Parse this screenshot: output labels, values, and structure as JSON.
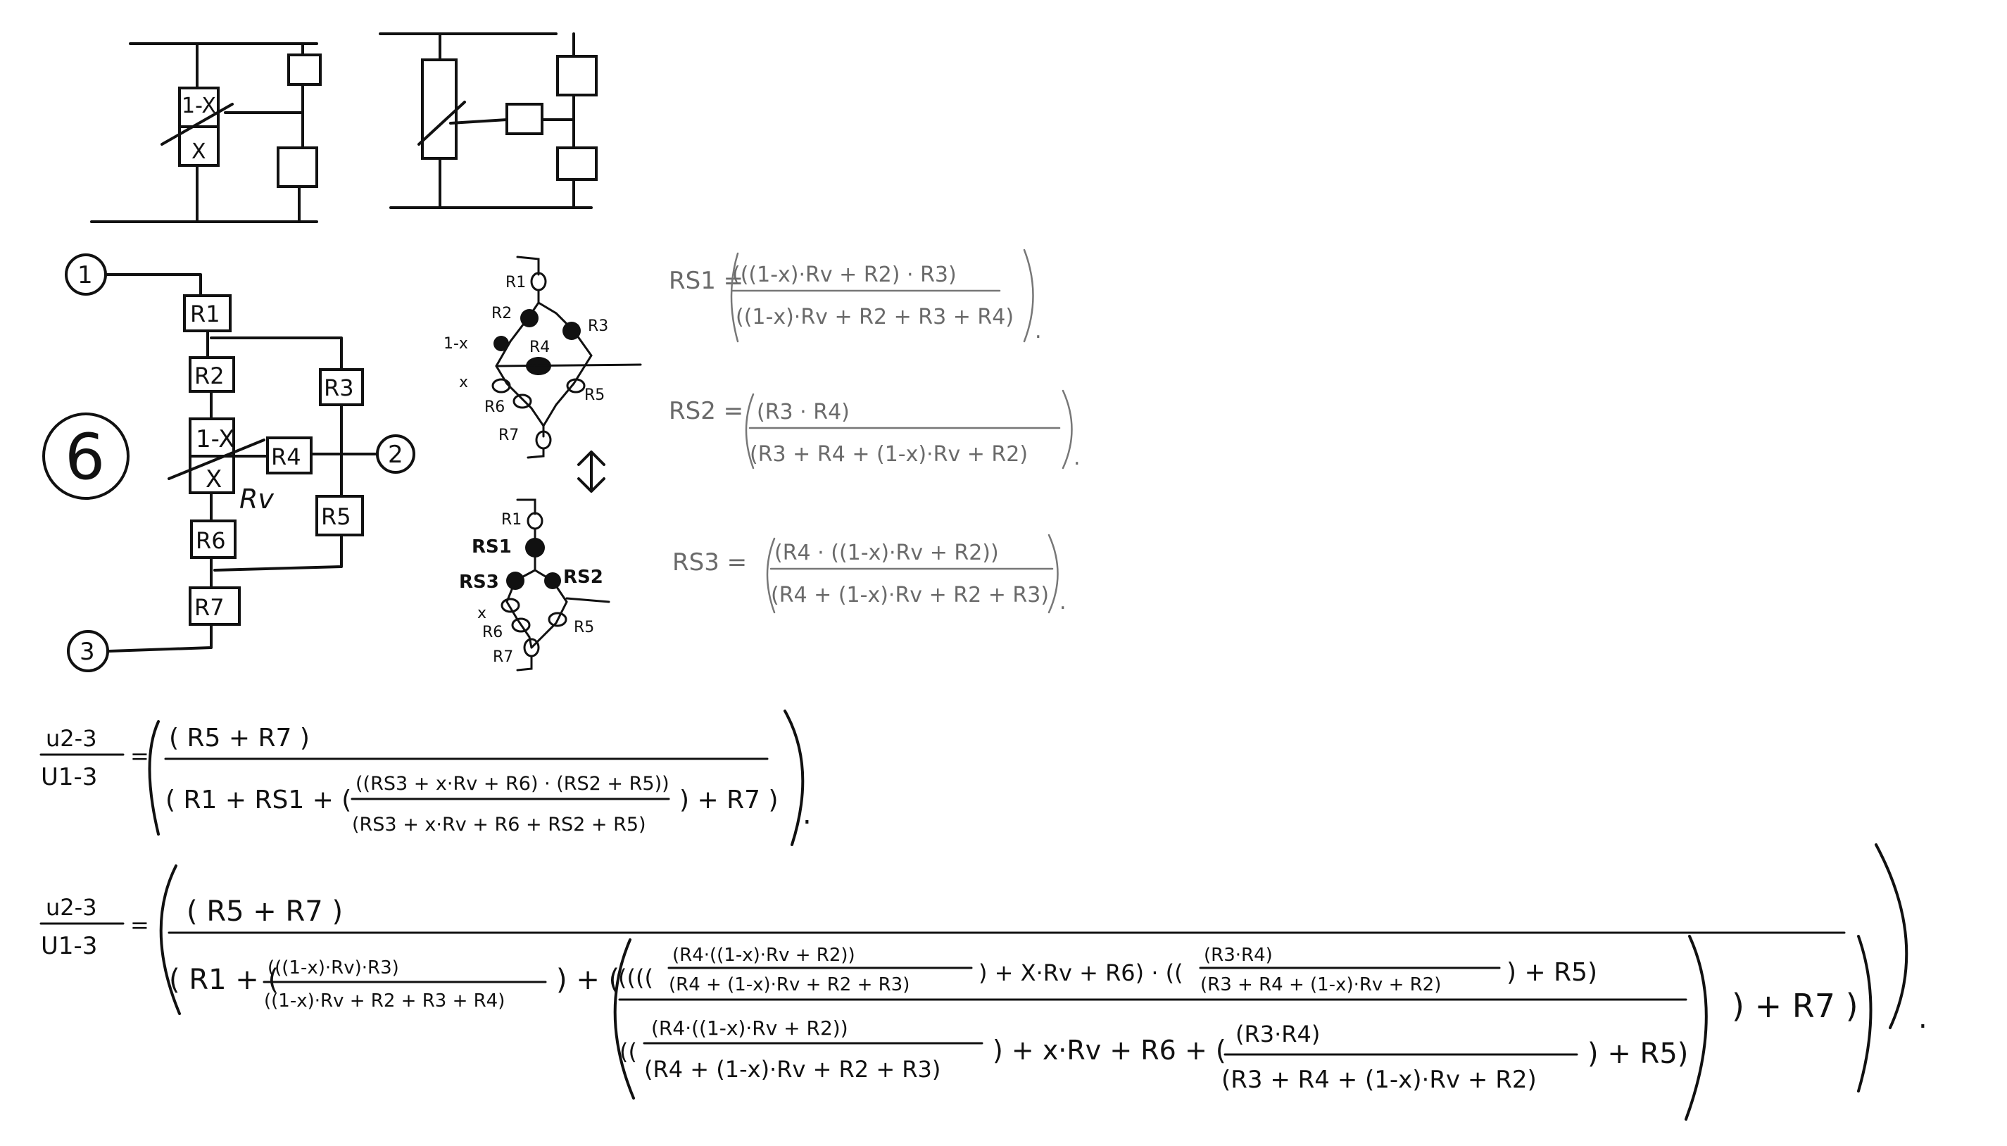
{
  "problem_number": "6",
  "terminals": [
    "1",
    "2",
    "3"
  ],
  "resistors": [
    "R1",
    "R2",
    "R3",
    "R4",
    "R5",
    "R6",
    "R7"
  ],
  "pot": {
    "top": "1-X",
    "bottom": "X",
    "name": "Rv"
  },
  "mini_labels": {
    "top": [
      "R1",
      "R2",
      "R3",
      "R4",
      "1-x",
      "x",
      "R5",
      "R6",
      "R7"
    ],
    "bottom": [
      "R1",
      "RS1",
      "RS3",
      "RS2",
      "x",
      "R6",
      "R5",
      "R7"
    ]
  },
  "equations": {
    "rs1": {
      "lhs": "RS1 =",
      "num": "(((1-x)·Rv + R2) · R3)",
      "den": "((1-x)·Rv + R2 + R3 + R4)"
    },
    "rs2": {
      "lhs": "RS2 =",
      "num": "(R3 · R4)",
      "den": "(R3 + R4 + (1-x)·Rv + R2)"
    },
    "rs3": {
      "lhs": "RS3 =",
      "num": "(R4 · ((1-x)·Rv + R2))",
      "den": "(R4 + (1-x)·Rv + R2 + R3)"
    },
    "u1": {
      "lhs_num": "u2-3",
      "lhs_den": "U1-3",
      "eq": "=",
      "num": "( R5 + R7 )",
      "den_a": "( R1 + RS1 + (",
      "den_inner_num": "((RS3 + x·Rv + R6) · (RS2 + R5))",
      "den_inner_den": "(RS3 + x·Rv + R6 + RS2 + R5)",
      "den_b": ") + R7 )"
    },
    "u2": {
      "lhs_num": "u2-3",
      "lhs_den": "U1-3",
      "eq": "=",
      "num": "( R5 + R7 )",
      "d1_pre": "( R1 + (",
      "d1_num": "(((1-x)·Rv)·R3)",
      "d1_den": "((1-x)·Rv + R2 + R3 + R4)",
      "d1_post": ") + (",
      "d2_num_a": "((((",
      "d2_num_f1_num": "(R4·((1-x)·Rv + R2))",
      "d2_num_f1_den": "(R4 + (1-x)·Rv + R2 + R3)",
      "d2_num_mid": ") + X·Rv + R6) · ((",
      "d2_num_f2_num": "(R3·R4)",
      "d2_num_f2_den": "(R3 + R4 + (1-x)·Rv + R2)",
      "d2_num_end": ") + R5)",
      "d2_den_a": "((",
      "d2_den_f1_num": "(R4·((1-x)·Rv + R2))",
      "d2_den_f1_den": "(R4 + (1-x)·Rv + R2 + R3)",
      "d2_den_mid": ") + x·Rv + R6 + (",
      "d2_den_f2_num": "(R3·R4)",
      "d2_den_f2_den": "(R3 + R4 + (1-x)·Rv + R2)",
      "d2_den_end": ") + R5)",
      "tail": ") + R7 )"
    }
  }
}
